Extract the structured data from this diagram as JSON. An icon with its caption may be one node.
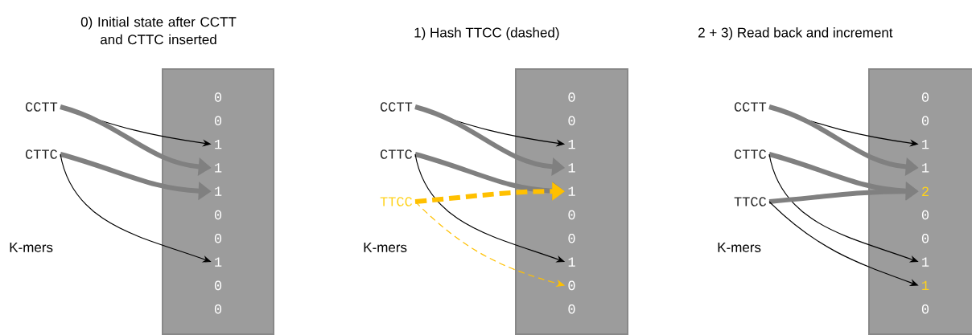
{
  "diagram": {
    "nodes": [
      {
        "text": [
          "CCTT"
        ]
      },
      {
        "text": [
          "CTTC"
        ]
      },
      {
        "text": [],
        "shape": "bar"
      },
      {
        "text": [
          "0"
        ],
        "in": 2
      },
      {
        "text": [
          "0"
        ],
        "in": 2
      },
      {
        "text": [
          "1"
        ],
        "in": 2
      },
      {
        "text": [
          "1"
        ],
        "in": 2
      },
      {
        "text": [
          "1"
        ],
        "in": 2
      },
      {
        "text": [
          "0"
        ],
        "in": 2
      },
      {
        "text": [
          "0"
        ],
        "in": 2
      },
      {
        "text": [
          "1"
        ],
        "in": 2
      },
      {
        "text": [
          "0"
        ],
        "in": 2
      },
      {
        "text": [
          "0"
        ],
        "in": 2
      },
      {
        "text": [
          "CCTT"
        ]
      },
      {
        "text": [
          "CTTC"
        ]
      },
      {
        "text": [
          "TTCC"
        ]
      },
      {
        "text": [],
        "shape": "bar"
      },
      {
        "text": [
          "0"
        ],
        "in": 16
      },
      {
        "text": [
          "0"
        ],
        "in": 16
      },
      {
        "text": [
          "1"
        ],
        "in": 16
      },
      {
        "text": [
          "1"
        ],
        "in": 16
      },
      {
        "text": [
          "1"
        ],
        "in": 16
      },
      {
        "text": [
          "0"
        ],
        "in": 16
      },
      {
        "text": [
          "0"
        ],
        "in": 16
      },
      {
        "text": [
          "1"
        ],
        "in": 16
      },
      {
        "text": [
          "0"
        ],
        "in": 16
      },
      {
        "text": [
          "0"
        ],
        "in": 16
      },
      {
        "text": [
          "CCTT"
        ]
      },
      {
        "text": [
          "CTTC"
        ]
      },
      {
        "text": [
          "TTCC"
        ]
      },
      {
        "text": [],
        "shape": "bar"
      },
      {
        "text": [
          "0"
        ],
        "in": 30
      },
      {
        "text": [
          "0"
        ],
        "in": 30
      },
      {
        "text": [
          "1"
        ],
        "in": 30
      },
      {
        "text": [
          "1"
        ],
        "in": 30
      },
      {
        "text": [
          "2"
        ],
        "in": 30
      },
      {
        "text": [
          "0"
        ],
        "in": 30
      },
      {
        "text": [
          "0"
        ],
        "in": 30
      },
      {
        "text": [
          "1"
        ],
        "in": 30
      },
      {
        "text": [
          "1"
        ],
        "in": 30
      },
      {
        "text": [
          "0"
        ],
        "in": 30
      }
    ],
    "edges": [
      {
        "from": 0,
        "to": 5,
        "arrow": "to"
      },
      {
        "from": 0,
        "to": 6,
        "arrow": "to",
        "style": "thick",
        "color": "#808080"
      },
      {
        "from": 1,
        "to": 7,
        "arrow": "to",
        "style": "thick",
        "color": "#808080"
      },
      {
        "from": 1,
        "to": 10,
        "arrow": "to"
      },
      {
        "from": 13,
        "to": 19,
        "arrow": "to"
      },
      {
        "from": 13,
        "to": 20,
        "arrow": "to",
        "style": "thick",
        "color": "#808080"
      },
      {
        "from": 14,
        "to": 21,
        "arrow": "to",
        "style": "thick",
        "color": "#808080"
      },
      {
        "from": 14,
        "to": 24,
        "arrow": "to"
      },
      {
        "from": 15,
        "to": 21,
        "arrow": "to",
        "style": "dashed",
        "color": "#ffc000"
      },
      {
        "from": 15,
        "to": 25,
        "arrow": "to",
        "style": "dashed",
        "color": "#ffc000"
      },
      {
        "from": 27,
        "to": 33,
        "arrow": "to"
      },
      {
        "from": 27,
        "to": 34,
        "arrow": "to",
        "style": "thick",
        "color": "#808080"
      },
      {
        "from": 28,
        "to": 35,
        "arrow": "to",
        "style": "thick",
        "color": "#808080"
      },
      {
        "from": 28,
        "to": 38,
        "arrow": "to"
      },
      {
        "from": 29,
        "to": 35,
        "arrow": "to",
        "style": "thick",
        "color": "#808080"
      },
      {
        "from": 29,
        "to": 39,
        "arrow": "to"
      }
    ],
    "labels": [
      "0) Initial state after CCTT and CTTC inserted",
      "1) Hash TTCC (dashed)",
      "2 + 3) Read back and increment",
      "K-mers",
      "K-mers",
      "K-mers"
    ]
  }
}
